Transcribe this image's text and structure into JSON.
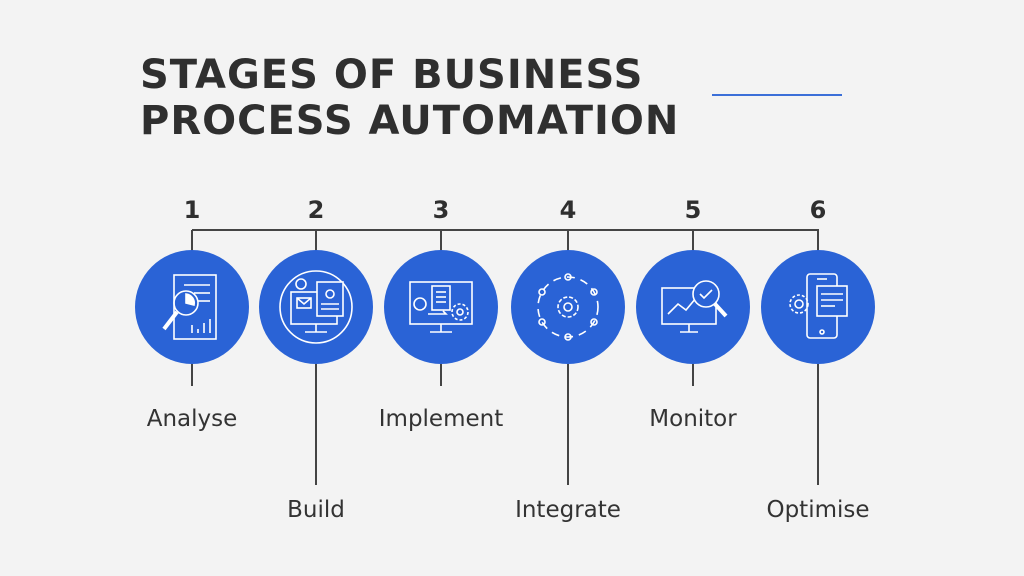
{
  "title": {
    "line1": "STAGES OF BUSINESS",
    "line2": "PROCESS AUTOMATION"
  },
  "colors": {
    "circle": "#2a63d6",
    "accent_line": "#3b6fd8",
    "text": "#2f2f2f"
  },
  "stages": [
    {
      "number": "1",
      "label": "Analyse",
      "icon": "report-magnifier-icon"
    },
    {
      "number": "2",
      "label": "Build",
      "icon": "monitor-build-icon"
    },
    {
      "number": "3",
      "label": "Implement",
      "icon": "monitor-gear-idea-icon"
    },
    {
      "number": "4",
      "label": "Integrate",
      "icon": "gear-network-icon"
    },
    {
      "number": "5",
      "label": "Monitor",
      "icon": "monitor-chart-magnifier-icon"
    },
    {
      "number": "6",
      "label": "Optimise",
      "icon": "mobile-gear-icon"
    }
  ]
}
